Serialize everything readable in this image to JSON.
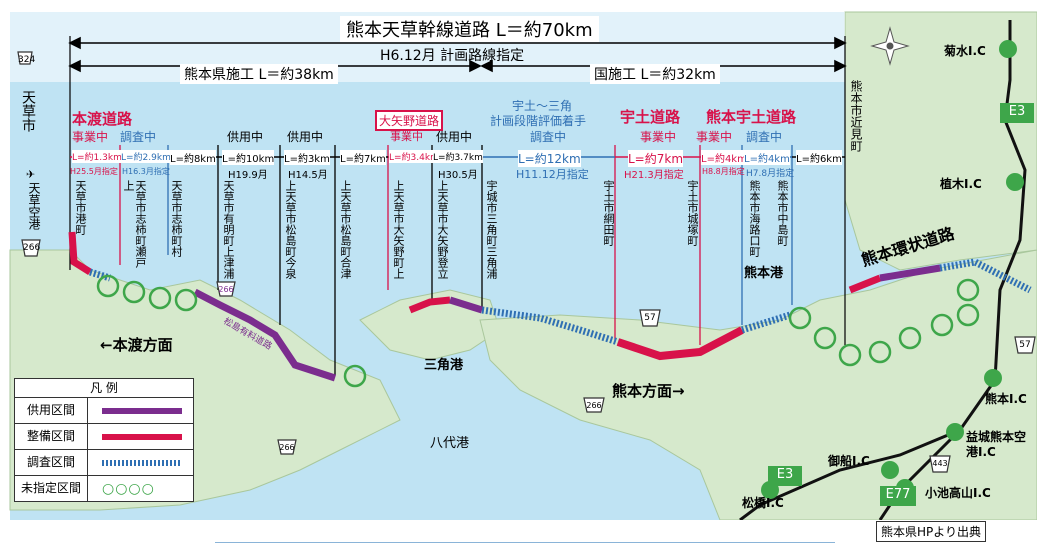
{
  "header": {
    "total": "熊本天草幹線道路 L＝約70km",
    "planned": "H6.12月 計画路線指定",
    "pref": "熊本県施工 L＝約38km",
    "nation": "国施工 L＝約32km"
  },
  "ends": {
    "left": "天草市",
    "right": "熊本市近見町"
  },
  "projects": {
    "hondo": "本渡道路",
    "oyano": "大矢野道路",
    "uto_sumi": "宇土～三角",
    "uto_sumi_sub": "計画段階評価着手",
    "uto": "宇土道路",
    "kumamoto_uto": "熊本宇土道路"
  },
  "statuses": [
    {
      "label": "事業中",
      "len": "L=約1.3km",
      "year": "H25.5月指定",
      "place": "天草市港町",
      "color": "red"
    },
    {
      "label": "調査中",
      "len": "L=約2.9km",
      "year": "H16.3月指定",
      "place": "天草市志柿町瀬戸上",
      "color": "blue"
    },
    {
      "label": "",
      "len": "L=約8km",
      "year": "",
      "place": "天草市志柿町村",
      "color": "black"
    },
    {
      "label": "供用中",
      "len": "L=約10km",
      "year": "H19.9月",
      "place": "天草市有明町上津浦",
      "color": "black"
    },
    {
      "label": "供用中",
      "len": "L=約3km",
      "year": "H14.5月",
      "place": "上天草市松島町今泉",
      "color": "black"
    },
    {
      "label": "",
      "len": "L=約7km",
      "year": "",
      "place": "上天草市松島町合津",
      "color": "black"
    },
    {
      "label": "事業中",
      "len": "L=約3.4km",
      "year": "",
      "place": "上天草市大矢野町上",
      "color": "red"
    },
    {
      "label": "供用中",
      "len": "L=約3.7km",
      "year": "H30.5月",
      "place": "上天草市大矢野登立",
      "color": "black"
    },
    {
      "label": "調査中",
      "len": "L=約12km",
      "year": "H11.12月指定",
      "place": "宇城市三角町三角浦",
      "color": "blue"
    },
    {
      "label": "事業中",
      "len": "L=約7km",
      "year": "H21.3月指定",
      "place": "宇土市網田町",
      "color": "red"
    },
    {
      "label": "事業中",
      "len": "L=約4km",
      "year": "H8.8月指定",
      "place": "宇土市城塚町",
      "color": "red"
    },
    {
      "label": "調査中",
      "len": "L=約4km",
      "year": "H7.8月指定",
      "place": "熊本市海路口町",
      "color": "blue"
    },
    {
      "label": "",
      "len": "L=約6km",
      "year": "",
      "place": "熊本市中島町",
      "color": "black"
    }
  ],
  "places": {
    "amakusa_airport": "天草空港",
    "hondo_dir": "←本渡方面",
    "misumi_port": "三角港",
    "kumamoto_dir": "熊本方面→",
    "yatsushiro_port": "八代港",
    "kumamoto_port": "熊本港",
    "ring_road": "熊本環状道路",
    "matsushima_yuryo": "松島有料道路"
  },
  "routes": [
    "324",
    "266",
    "266",
    "266",
    "57",
    "57",
    "266",
    "443"
  ],
  "interchanges": [
    "菊水I.C",
    "植木I.C",
    "熊本I.C",
    "益城熊本空港I.C",
    "御船I.C",
    "小池高山I.C",
    "松橋I.C"
  ],
  "expressways": [
    "E3",
    "E3",
    "E77"
  ],
  "legend": {
    "title": "凡 例",
    "rows": [
      {
        "label": "供用区間",
        "color": "#7b2d8e",
        "style": "solid"
      },
      {
        "label": "整備区間",
        "color": "#d8124a",
        "style": "solid"
      },
      {
        "label": "調査区間",
        "color": "#2f6fb3",
        "style": "dashed"
      },
      {
        "label": "未指定区間",
        "color": "#3ea64a",
        "style": "circles",
        "circles": "○○○○"
      }
    ]
  },
  "source": "熊本県HPより出典",
  "colors": {
    "sea": "#bfe3f3",
    "land": "#d6e9cc",
    "open": "#7b2d8e",
    "work": "#d8124a",
    "survey": "#2f6fb3",
    "unset": "#3ea64a"
  }
}
